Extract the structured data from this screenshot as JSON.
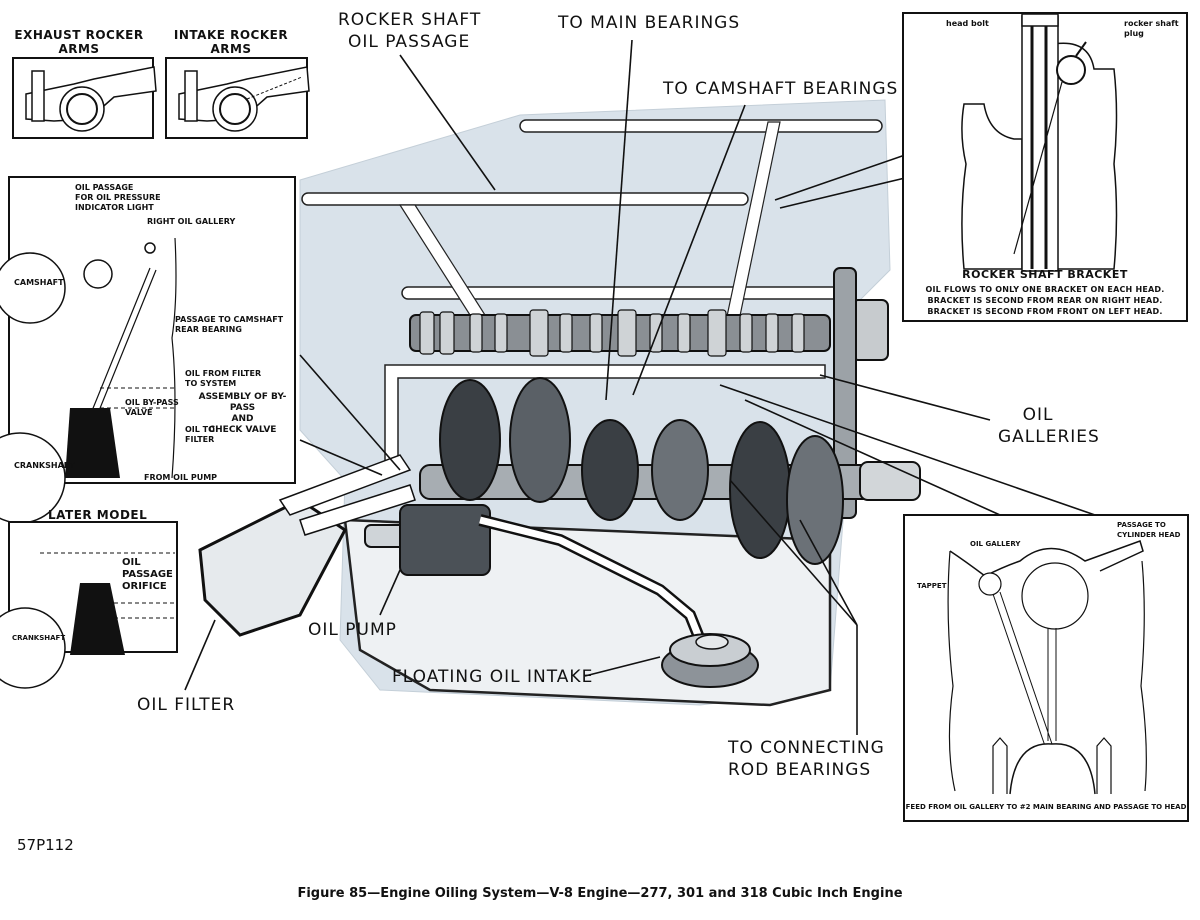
{
  "figure": {
    "code": "57P112",
    "caption": "Figure 85—Engine Oiling System—V-8 Engine—277, 301 and 318 Cubic Inch Engine"
  },
  "callouts": {
    "rocker_shaft_oil_passage": [
      "ROCKER SHAFT",
      "OIL PASSAGE"
    ],
    "to_main_bearings": "TO MAIN BEARINGS",
    "to_camshaft_bearings": "TO CAMSHAFT BEARINGS",
    "oil_galleries": [
      "OIL",
      "GALLERIES"
    ],
    "oil_pump": "OIL PUMP",
    "floating_oil_intake": "FLOATING OIL INTAKE",
    "oil_filter": "OIL FILTER",
    "to_connecting_rod_bearings": [
      "TO CONNECTING",
      "ROD BEARINGS"
    ]
  },
  "inset_rocker_arms": {
    "exhaust_title": [
      "EXHAUST ROCKER",
      "ARMS"
    ],
    "intake_title": [
      "INTAKE ROCKER",
      "ARMS"
    ]
  },
  "inset_bypass": {
    "oil_passage_indicator": [
      "OIL PASSAGE",
      "FOR OIL PRESSURE",
      "INDICATOR LIGHT"
    ],
    "right_oil_gallery": "RIGHT OIL GALLERY",
    "camshaft": "CAMSHAFT",
    "passage_to_camshaft": [
      "PASSAGE TO CAMSHAFT",
      "REAR BEARING"
    ],
    "oil_from_filter": [
      "OIL FROM FILTER",
      "TO SYSTEM"
    ],
    "oil_bypass_valve": [
      "OIL BY-PASS",
      "VALVE"
    ],
    "assembly_title": [
      "ASSEMBLY OF BY-PASS",
      "AND",
      "CHECK VALVE"
    ],
    "oil_to_filter": [
      "OIL TO",
      "FILTER"
    ],
    "crankshaft": "CRANKSHAFT",
    "from_oil_pump": "FROM OIL PUMP"
  },
  "inset_later_model": {
    "title": "LATER MODEL",
    "orifice": [
      "OIL",
      "PASSAGE",
      "ORIFICE"
    ],
    "crankshaft": "CRANKSHAFT"
  },
  "inset_rocker_bracket": {
    "head_bolt": "head bolt",
    "rocker_shaft_plug": [
      "rocker shaft",
      "plug"
    ],
    "title": "ROCKER SHAFT BRACKET",
    "notes": [
      "OIL FLOWS TO ONLY ONE BRACKET ON EACH HEAD.",
      "BRACKET IS SECOND FROM REAR ON RIGHT HEAD.",
      "BRACKET IS SECOND FROM FRONT ON LEFT HEAD."
    ]
  },
  "inset_main_bearing_feed": {
    "oil_gallery": "OIL GALLERY",
    "passage_to_head": [
      "PASSAGE TO",
      "CYLINDER HEAD"
    ],
    "tappet": "TAPPET",
    "caption": "FEED FROM OIL GALLERY TO #2 MAIN BEARING AND PASSAGE TO HEAD"
  }
}
